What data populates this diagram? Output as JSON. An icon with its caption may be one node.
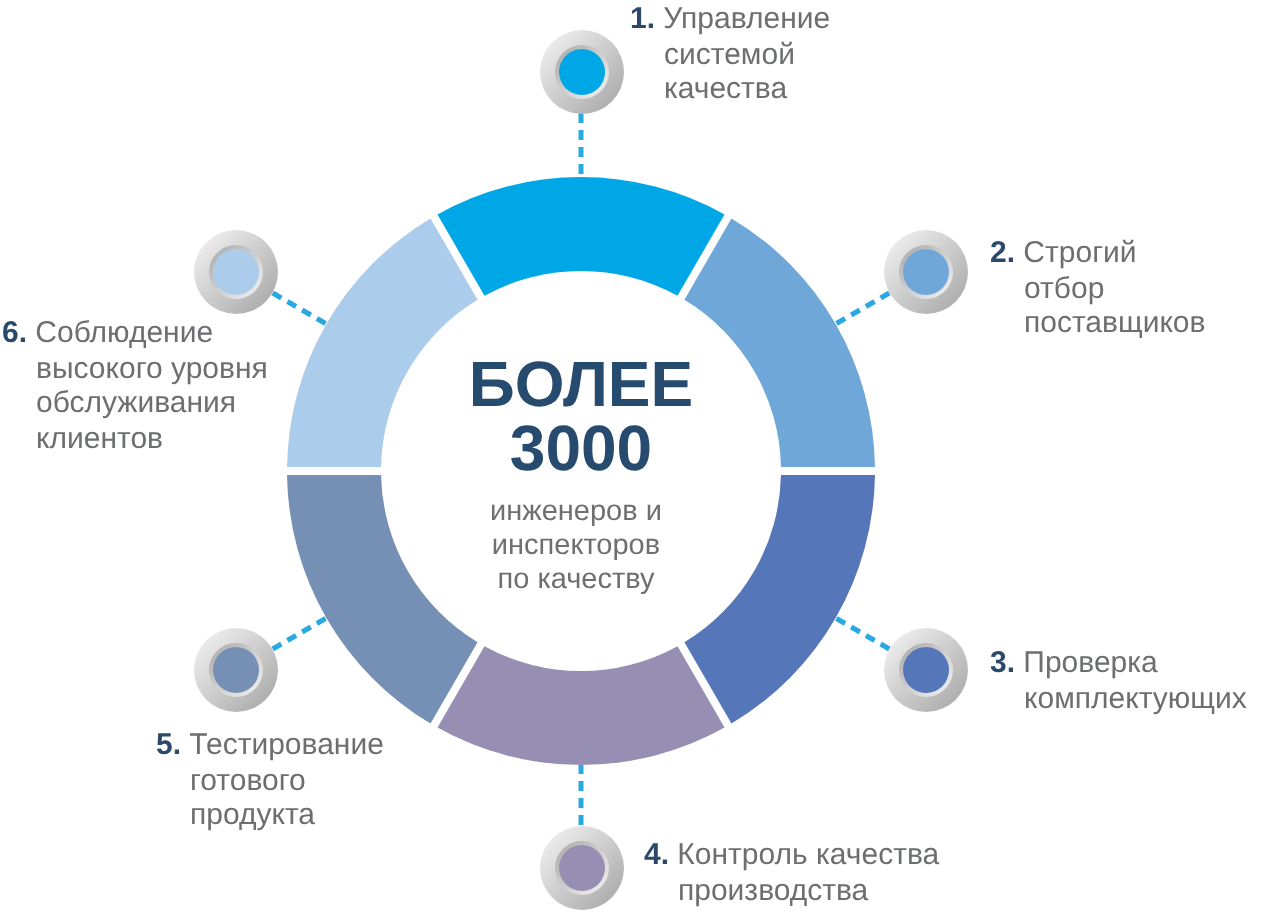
{
  "diagram": {
    "nodes": [
      {
        "text": [],
        "shape": "arc"
      },
      {
        "text": [],
        "shape": "arc"
      },
      {
        "text": [],
        "shape": "arc"
      },
      {
        "text": [],
        "shape": "arc"
      },
      {
        "text": [],
        "shape": "arc"
      },
      {
        "text": [],
        "shape": "arc"
      },
      {
        "text": [],
        "shape": "circle",
        "beside": [
          "**1.** Управление системой качества"
        ]
      },
      {
        "text": [],
        "shape": "circle",
        "beside": [
          "**2.** Строгий отбор поставщиков"
        ]
      },
      {
        "text": [],
        "shape": "circle",
        "beside": [
          "**3.** Проверка комплектующих"
        ]
      },
      {
        "text": [],
        "shape": "circle",
        "beside": [
          "**4.** Контроль качества производства"
        ]
      },
      {
        "text": [],
        "shape": "circle",
        "beside": [
          "**5.** Тестирование готового продукта"
        ]
      },
      {
        "text": [],
        "shape": "circle",
        "beside": [
          "**6.** Соблюдение высокого уровня обслуживания клиентов"
        ]
      }
    ],
    "edges": [
      {
        "from": 6,
        "to": 0,
        "arrow": "none",
        "style": "dashed"
      },
      {
        "from": 7,
        "to": 1,
        "arrow": "none",
        "style": "dashed"
      },
      {
        "from": 8,
        "to": 2,
        "arrow": "none",
        "style": "dashed"
      },
      {
        "from": 9,
        "to": 3,
        "arrow": "none",
        "style": "dashed"
      },
      {
        "from": 10,
        "to": 4,
        "arrow": "none",
        "style": "dashed"
      },
      {
        "from": 11,
        "to": 5,
        "arrow": "none",
        "style": "dashed"
      }
    ],
    "labels": [
      "БОЛЕЕ 3000",
      "инженеров и инспекторов по качеству"
    ]
  }
}
